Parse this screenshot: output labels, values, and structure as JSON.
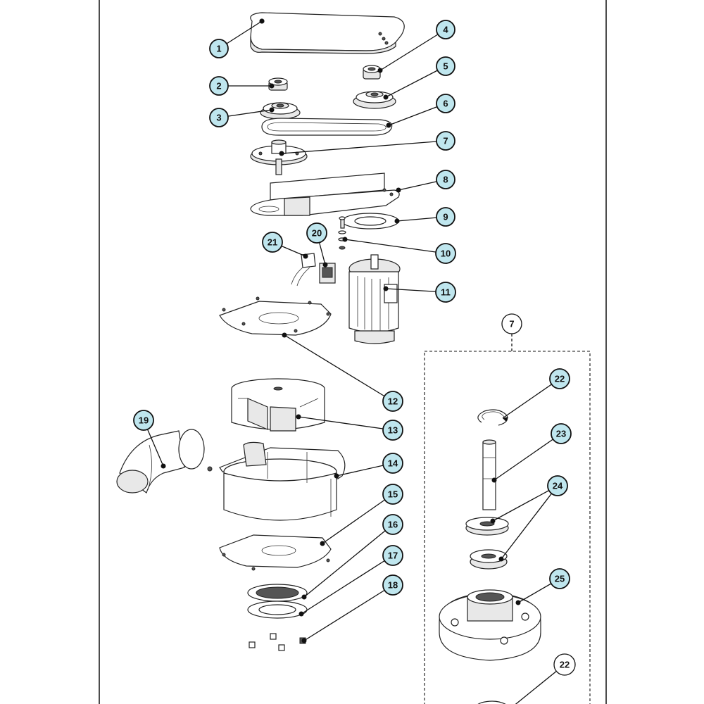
{
  "callouts": [
    {
      "id": "c1",
      "label": "1"
    },
    {
      "id": "c2",
      "label": "2"
    },
    {
      "id": "c3",
      "label": "3"
    },
    {
      "id": "c4",
      "label": "4"
    },
    {
      "id": "c5",
      "label": "5"
    },
    {
      "id": "c6",
      "label": "6"
    },
    {
      "id": "c7",
      "label": "7"
    },
    {
      "id": "c8",
      "label": "8"
    },
    {
      "id": "c9",
      "label": "9"
    },
    {
      "id": "c10",
      "label": "10"
    },
    {
      "id": "c11",
      "label": "11"
    },
    {
      "id": "c12",
      "label": "12"
    },
    {
      "id": "c13",
      "label": "13"
    },
    {
      "id": "c14",
      "label": "14"
    },
    {
      "id": "c15",
      "label": "15"
    },
    {
      "id": "c16",
      "label": "16"
    },
    {
      "id": "c17",
      "label": "17"
    },
    {
      "id": "c18",
      "label": "18"
    },
    {
      "id": "c19",
      "label": "19"
    },
    {
      "id": "c20",
      "label": "20"
    },
    {
      "id": "c21",
      "label": "21"
    }
  ],
  "detail": {
    "ref_label": "7",
    "callouts": [
      {
        "id": "d22a",
        "label": "22"
      },
      {
        "id": "d23",
        "label": "23"
      },
      {
        "id": "d24",
        "label": "24"
      },
      {
        "id": "d25",
        "label": "25"
      },
      {
        "id": "d22b",
        "label": "22"
      }
    ]
  }
}
